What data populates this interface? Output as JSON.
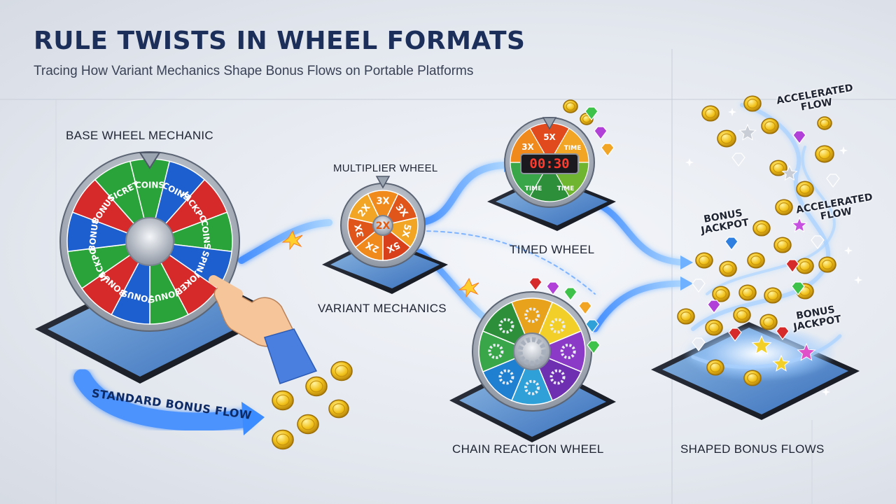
{
  "header": {
    "title": "RULE TWISTS IN WHEEL FORMATS",
    "subtitle": "Tracing How Variant Mechanics Shape Bonus Flows on Portable Platforms"
  },
  "stages": {
    "base": "BASE WHEEL MECHANIC",
    "multiplier": "MULTIPLIER WHEEL",
    "timed": "TIMED WHEEL",
    "variant": "VARIANT MECHANICS",
    "chain": "CHAIN REACTION WHEEL",
    "shaped": "SHAPED BONUS FLOWS"
  },
  "flows": {
    "standard": "STANDARD BONUS FLOW",
    "accelerated_top": [
      "ACCELERATED",
      "FLOW"
    ],
    "accelerated_mid": [
      "ACCELERATED",
      "FLOW"
    ],
    "bonus_left": [
      "BONUS",
      "JACKPOT"
    ],
    "bonus_right": [
      "BONUS",
      "JACKPOT"
    ]
  },
  "base_wheel": {
    "segments": [
      "COINS",
      "COINS",
      "JACKPOT",
      "COINS",
      "SPIN",
      "JOKER",
      "JONUS",
      "JONUS",
      "BONUS",
      "JACKPOT",
      "BONUS",
      "BONUS",
      "SICRET"
    ]
  },
  "multiplier_wheel": {
    "segments": [
      "3X",
      "3X",
      "5X",
      "5X",
      "2X",
      "3X",
      "2X"
    ],
    "center": "2X"
  },
  "timed_wheel": {
    "top": [
      "3X",
      "5X",
      "TIME"
    ],
    "bottom": [
      "TIME",
      "TIME"
    ],
    "timer": "00:30"
  },
  "colors": {
    "title": "#1c2f5a",
    "flow_glow": "#5aa8ff",
    "coin": "#f2c21b",
    "red": "#d62a2a",
    "green": "#2aa33a",
    "blue": "#1e5fd0"
  }
}
